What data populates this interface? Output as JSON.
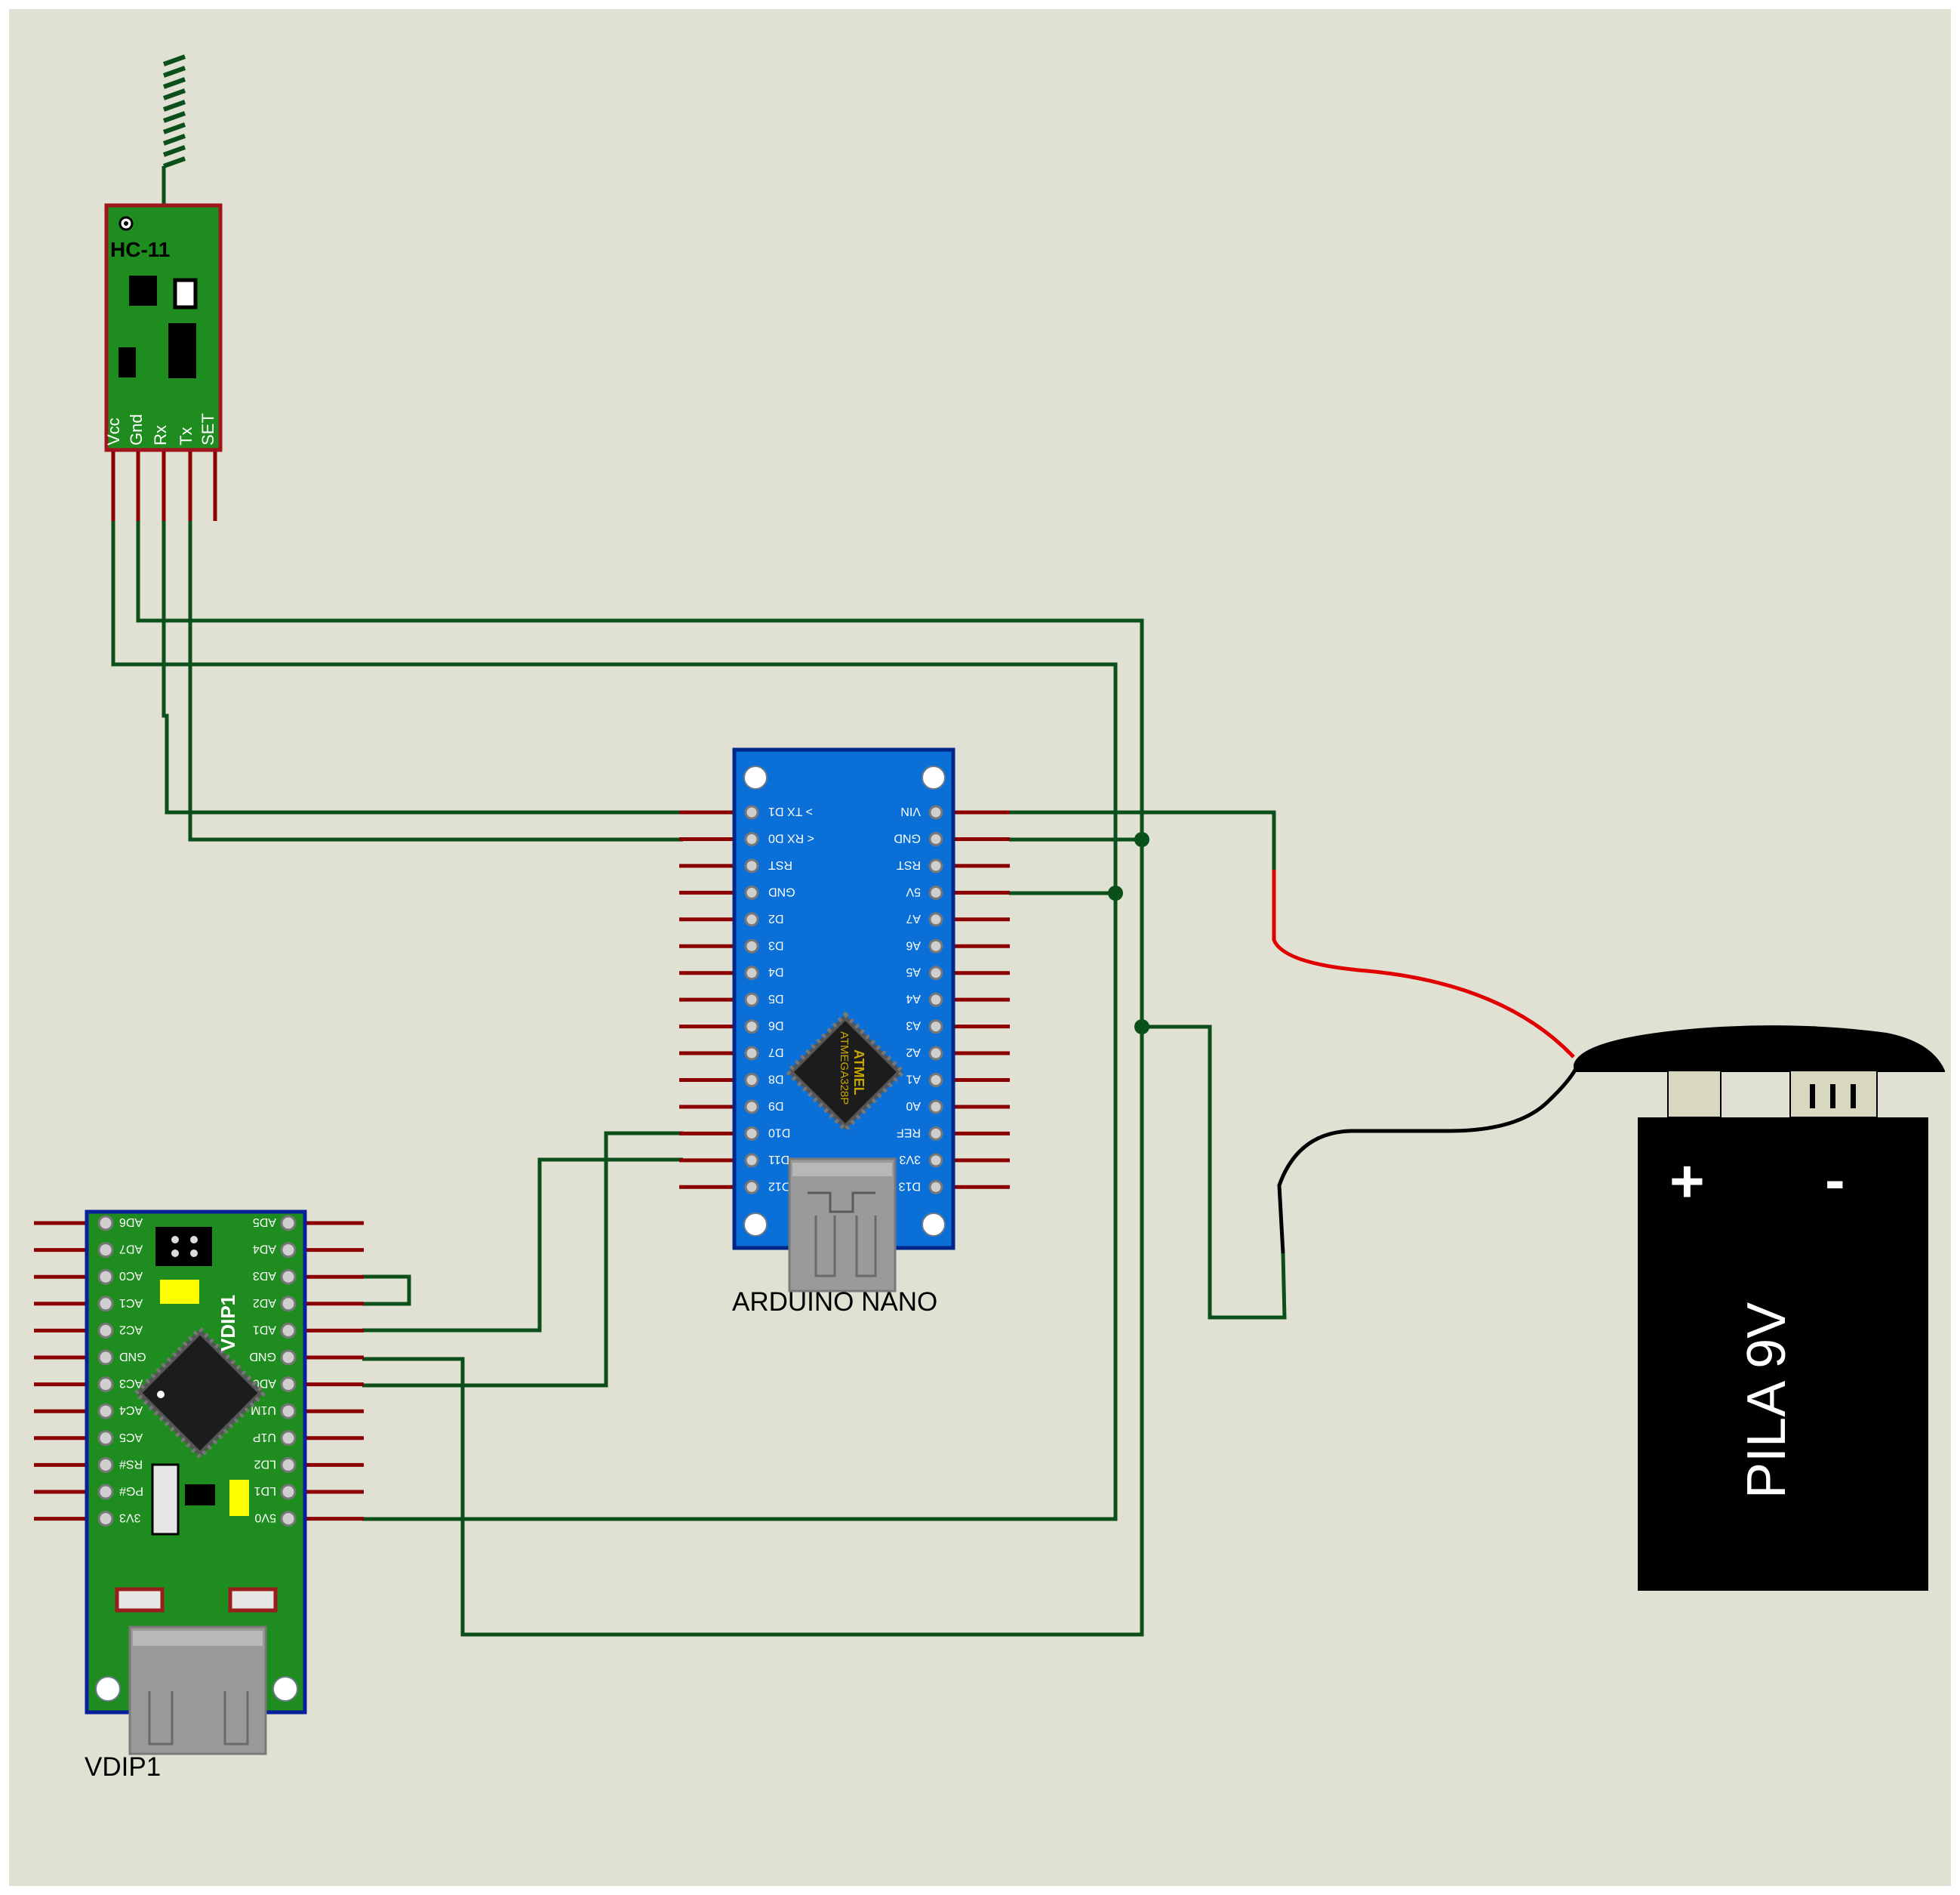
{
  "schematic": {
    "background": "#e1e1d3",
    "wire_color": "#0b4f1b",
    "pos_wire_color": "#e00000",
    "neg_wire_color": "#000000",
    "pin_color": "#8b0000"
  },
  "hc11": {
    "label": "HC-11",
    "board_color": "#1e8c1e",
    "pins": [
      "Vcc",
      "Gnd",
      "Rx",
      "Tx",
      "SET"
    ]
  },
  "arduino": {
    "caption": "ARDUINO NANO",
    "board_color": "#0a6fd6",
    "chip_brand": "ATMEL",
    "chip_model": "ATMEGA328P",
    "left_pins": [
      "> TX D1",
      "< RX D0",
      "RST",
      "GND",
      "D2",
      "D3",
      "D4",
      "D5",
      "D6",
      "D7",
      "D8",
      "D9",
      "D10",
      "D11",
      "D12"
    ],
    "right_pins": [
      "VIN",
      "GND",
      "RST",
      "5V",
      "A7",
      "A6",
      "A5",
      "A4",
      "A3",
      "A2",
      "A1",
      "A0",
      "REF",
      "3V3",
      "D13"
    ]
  },
  "vdip": {
    "board_label": "VDIP1",
    "caption": "VDIP1",
    "board_color": "#1e8c1e",
    "left_pins": [
      "AD6",
      "AD7",
      "AC0",
      "AC1",
      "AC2",
      "GND",
      "AC3",
      "AC4",
      "AC5",
      "RS#",
      "PG#",
      "3V3"
    ],
    "right_pins": [
      "AD5",
      "AD4",
      "AD3",
      "AD2",
      "AD1",
      "GND",
      "AD0",
      "U1M",
      "U1P",
      "LD2",
      "LD1",
      "5V0"
    ]
  },
  "battery": {
    "label": "PILA 9V",
    "plus": "+",
    "minus": "-",
    "body_color": "#000000"
  }
}
